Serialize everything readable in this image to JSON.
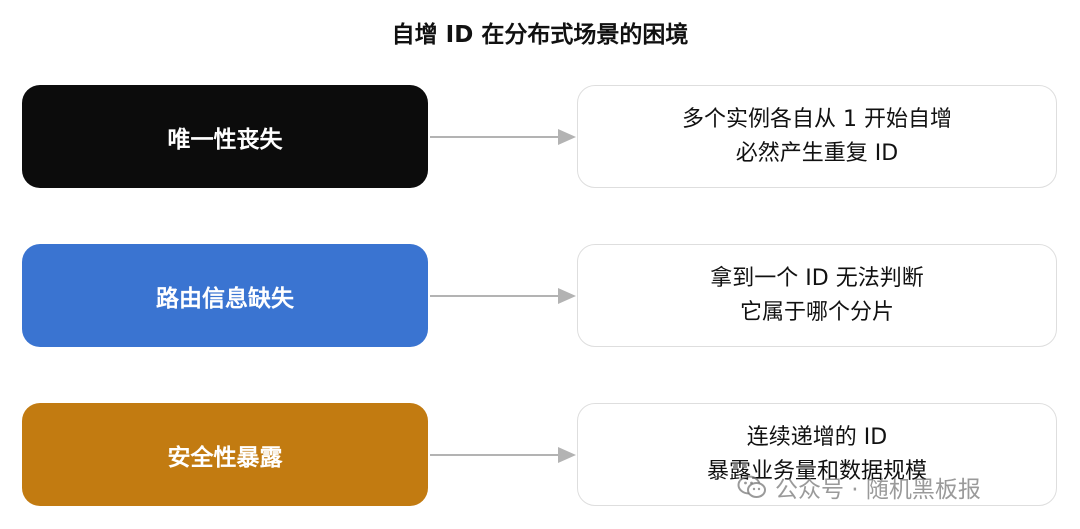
{
  "title": "自增 ID 在分布式场景的困境",
  "rows": [
    {
      "label": "唯一性丧失",
      "color": "#0c0c0c",
      "lines": [
        "多个实例各自从 1 开始自增",
        "必然产生重复 ID"
      ]
    },
    {
      "label": "路由信息缺失",
      "color": "#3a74d1",
      "lines": [
        "拿到一个 ID 无法判断",
        "它属于哪个分片"
      ]
    },
    {
      "label": "安全性暴露",
      "color": "#c27b11",
      "lines": [
        "连续递增的 ID",
        "暴露业务量和数据规模"
      ]
    }
  ],
  "colors": {
    "arrow": "#b3b3b3",
    "box_border": "#dedede"
  },
  "watermark": {
    "icon": "wechat-icon",
    "text": "公众号 · 随机黑板报"
  }
}
